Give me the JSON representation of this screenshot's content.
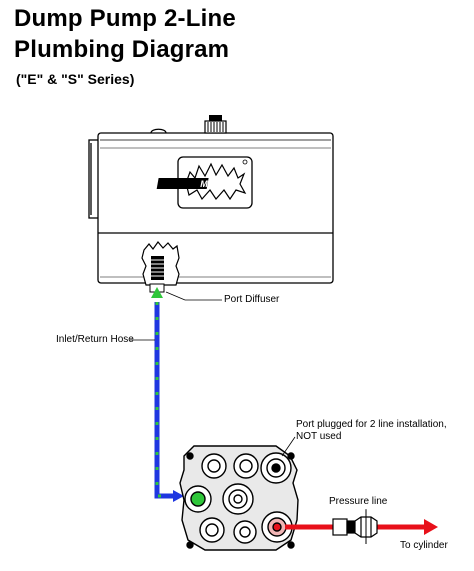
{
  "title_line1": "Dump Pump 2-Line",
  "title_line2": "Plumbing Diagram",
  "subtitle": "(\"E\" & \"S\" Series)",
  "logo_text": "MUNCIE",
  "labels": {
    "port_diffuser": "Port Diffuser",
    "inlet_return_hose": "Inlet/Return Hose",
    "port_plugged_line1": "Port plugged for 2 line installation,",
    "port_plugged_line2": "NOT used",
    "pressure_line": "Pressure line",
    "to_cylinder": "To cylinder"
  },
  "colors": {
    "inlet_hose": "#1f37e0",
    "inlet_hose_dash": "#2fc63a",
    "pressure_line": "#e8101a",
    "port_diffuser_arrow": "#2fc63a"
  }
}
